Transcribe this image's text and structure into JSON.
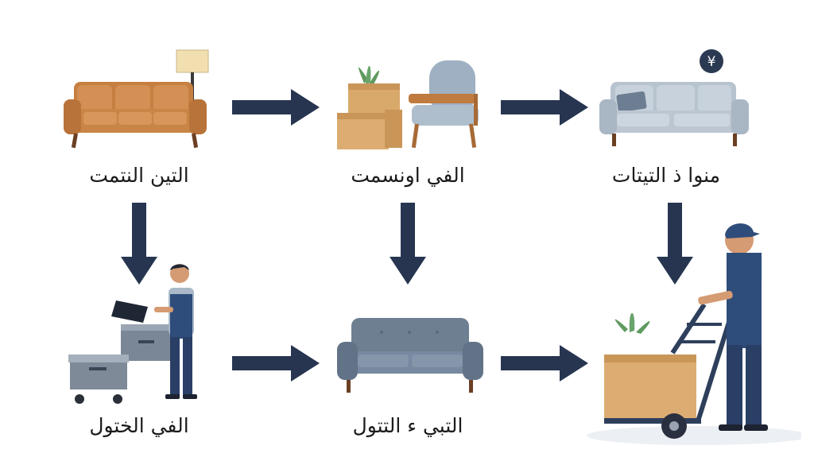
{
  "steps": {
    "s1": {
      "label": "التين النتمت",
      "icon": "sofa-lamp-icon"
    },
    "s2": {
      "label": "الفي اونسمت",
      "icon": "boxes-armchair-icon"
    },
    "s3": {
      "label": "منوا ذ التيتات",
      "icon": "sofa-yen-icon",
      "badge": "¥"
    },
    "s4": {
      "label": "الفي الختول",
      "icon": "worker-bins-icon"
    },
    "s5": {
      "label": "التبي ء التتول",
      "icon": "gray-sofa-icon"
    },
    "s6": {
      "label": "",
      "icon": "mover-handtruck-icon"
    }
  },
  "colors": {
    "arrow": "#273550",
    "orange_sofa": "#cf8a4c",
    "light_sofa": "#c3ccd6",
    "gray_sofa": "#6f8194",
    "box": "#dcac72",
    "overalls": "#2f4d7b",
    "skin": "#d59b73",
    "plant": "#6aa46b"
  },
  "flow_arrows": [
    "right",
    "right",
    "down",
    "down",
    "down",
    "right",
    "right"
  ]
}
